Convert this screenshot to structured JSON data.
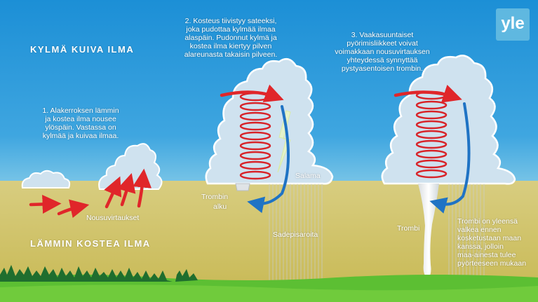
{
  "brand": {
    "logo_text": "yle"
  },
  "zones": {
    "cold_dry": "KYLMÄ KUIVA ILMA",
    "warm_moist": "LÄMMIN KOSTEA ILMA"
  },
  "steps": {
    "step1": [
      "1.  Alakerroksen lämmin",
      "ja kostea ilma nousee",
      "ylöspäin. Vastassa on",
      "kylmää ja kuivaa ilmaa."
    ],
    "step2": [
      "2.  Kosteus tiivistyy sateeksi,",
      "joka pudottaa kylmää ilmaa",
      "alaspäin. Pudonnut kylmä ja",
      "kostea ilma kiertyy pilven",
      "alareunasta takaisin pilveen."
    ],
    "step3": [
      "3.  Vaakasuuntaiset",
      "pyörimisliikkeet voivat",
      "voimakkaan nousuvirtauksen",
      "yhteydessä synnyttää",
      "pystyasentoisen trombin."
    ]
  },
  "labels": {
    "updrafts": "Nousuvirtaukset",
    "lightning": "Salama",
    "tornado_start": [
      "Trombin",
      "alku"
    ],
    "raindrops": "Sadepisaroita",
    "tornado": "Trombi",
    "tornado_note": [
      "Trombi on yleensä",
      "valkea ennen",
      "kosketustaan maan",
      "kanssa, jolloin",
      "maa-ainesta tulee",
      "pyörteeseen mukaan"
    ]
  },
  "colors": {
    "sky_top": "#1c8fd6",
    "sky_mid": "#71c3e6",
    "ground": "#d2c46a",
    "grass": "#5cbf33",
    "forest": "#1f6e2e",
    "cloud": "#cfe2ef",
    "warm_arrow": "#e0262a",
    "cold_arrow": "#1f73c4",
    "logo_bg": "#5fb8e0"
  }
}
